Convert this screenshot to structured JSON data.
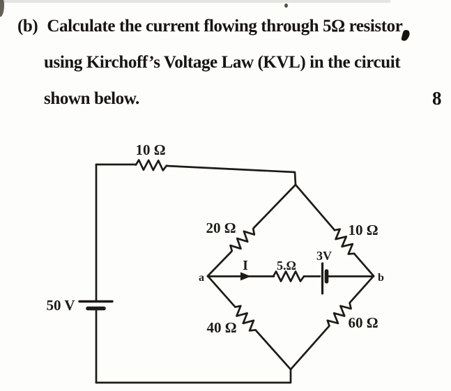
{
  "question": {
    "part_label": "(b)",
    "lines": [
      "Calculate the current flowing through 5Ω resistor",
      "using Kirchoff’s Voltage Law (KVL) in the circuit",
      "shown below."
    ],
    "marks": "8"
  },
  "circuit": {
    "ink_color": "#1e1a16",
    "source": {
      "label": "50 V"
    },
    "series_resistor": {
      "label": "10 Ω"
    },
    "bridge": {
      "upper_left_resistor": {
        "label": "20 Ω"
      },
      "upper_right_resistor": {
        "label": "10 Ω"
      },
      "lower_left_resistor": {
        "label": "40 Ω"
      },
      "lower_right_resistor": {
        "label": "60 Ω"
      }
    },
    "middle_branch": {
      "current_label": "I",
      "resistor_label": "5.Ω",
      "battery_label": "3V"
    },
    "node_a": "a",
    "node_b": "b"
  }
}
